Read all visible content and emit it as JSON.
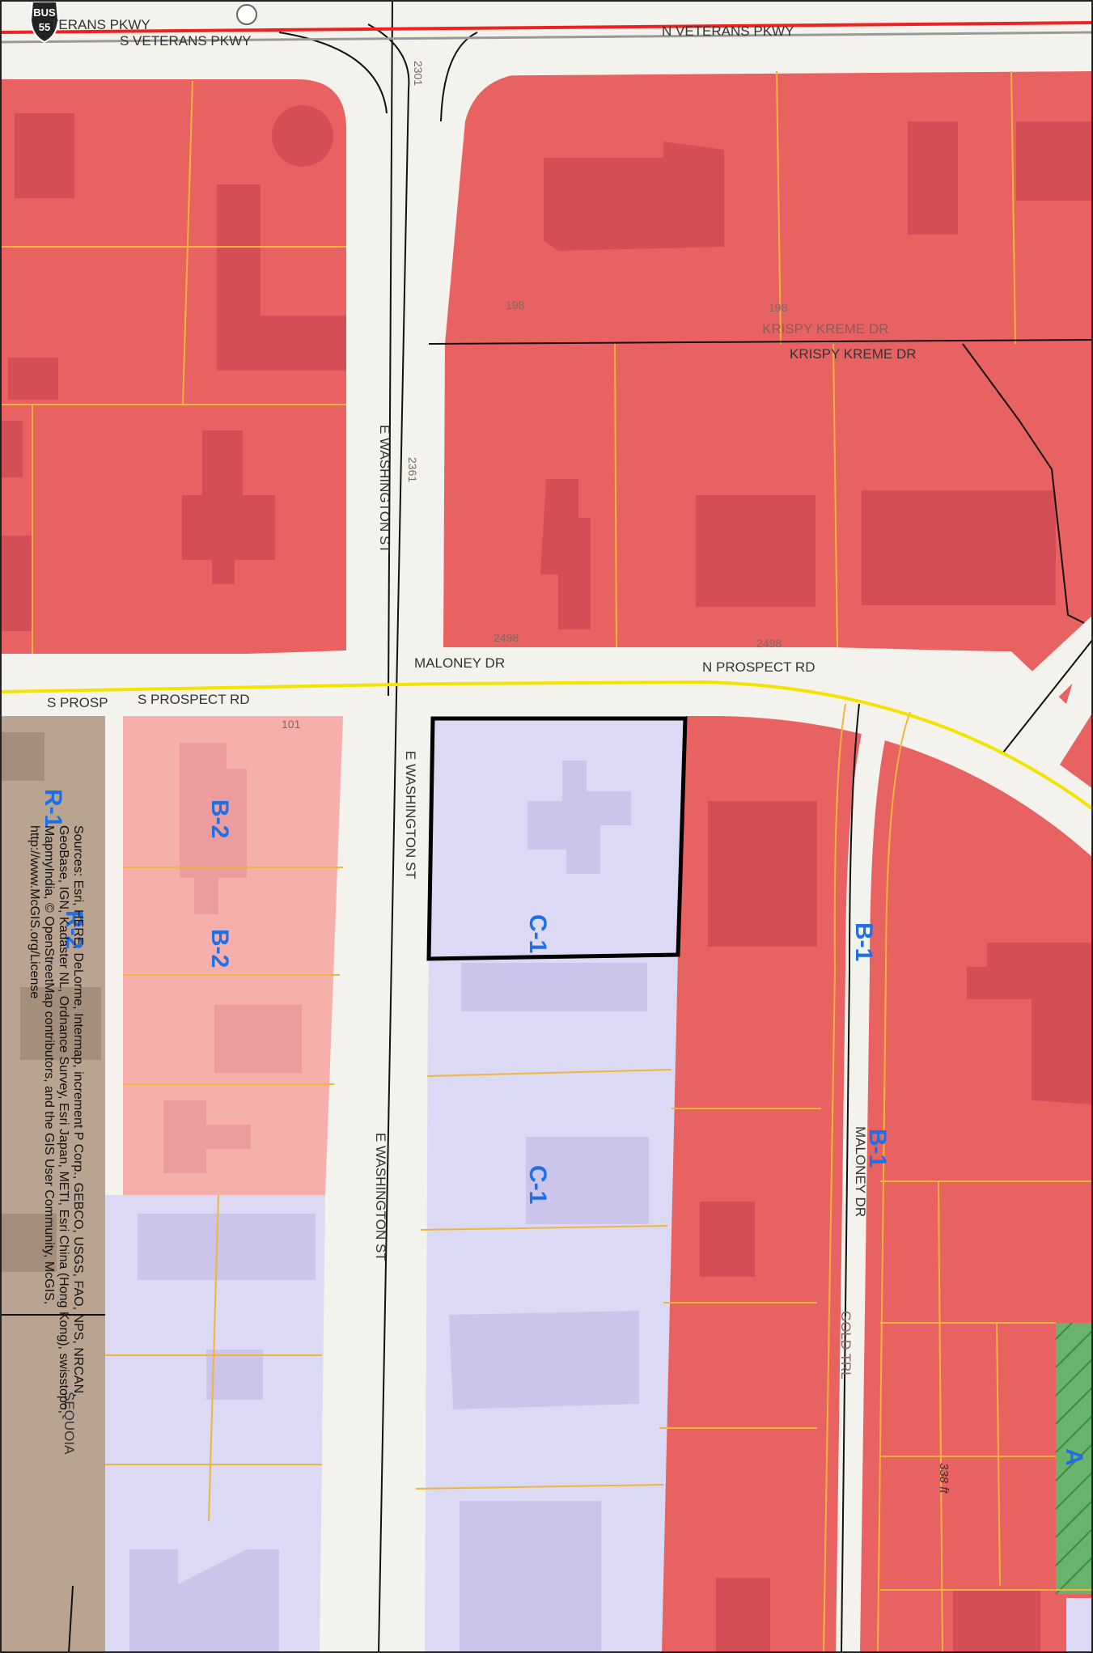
{
  "colors": {
    "zone_b1": "#e86262",
    "zone_b2": "#f7afac",
    "zone_c1": "#dcd9f5",
    "zone_r": "#b9a492",
    "zone_a": "#6ab36a",
    "building_b1": "#d44e56",
    "building_b2": "#ec9c9c",
    "building_c1": "#cbc5ec",
    "building_r": "#a48e7c",
    "road": "#f3f2ec",
    "parcel_line": "#f2b43d",
    "centerline": "#111111",
    "major_road_line": "#ee2222",
    "collector_line": "#f4e200",
    "zone_label": "#1f6fe5",
    "selected_parcel": "#000000"
  },
  "roads": {
    "s_veterans_pkwy": "S VETERANS PKWY",
    "n_veterans_pkwy": "N VETERANS PKWY",
    "veterans_pkwy_partial": "TERANS PKWY",
    "krispy_kreme_dr": "KRISPY KREME DR",
    "krispy_kreme_dr_partial": "KRISPY KREME DR",
    "maloney_dr_top": "MALONEY DR",
    "n_prospect_rd": "N PROSPECT RD",
    "s_prosp": "S PROSP",
    "s_prospect_rd": "S PROSPECT RD",
    "e_washington_st_upper": "E WASHINGTON ST",
    "e_washington_st_mid": "E WASHINGTON ST",
    "e_washington_st_lower": "E WASHINGTON ST",
    "maloney_dr_vertical": "MALONEY DR",
    "gold_trl": "GOLD TRL",
    "sequoia": "SEQUOIA"
  },
  "shield": {
    "line1": "BUS",
    "line2": "55"
  },
  "zones": {
    "b2_upper": "B-2",
    "b2_lower": "B-2",
    "c1_selected": "C-1",
    "c1_lower": "C-1",
    "b1_main": "B-1",
    "b1_partial": "B-1",
    "r_partial": "R-1",
    "r_partial_2": "R-2",
    "a": "A"
  },
  "parcel_numbers": {
    "n198a": "198",
    "n198b": "198",
    "n2361": "2361",
    "n2498a": "2498",
    "n2498b": "2498",
    "n101": "101",
    "n2301": "2301"
  },
  "measurement": "338 ft",
  "attribution": {
    "line1": "Sources: Esri, HERE, DeLorme, Intermap, increment P Corp., GEBCO, USGS, FAO, NPS, NRCAN,",
    "line2": "GeoBase, IGN, Kadaster NL, Ordnance Survey, Esri Japan, METI, Esri China (Hong Kong), swisstopo,",
    "line3": "MapmyIndia, © OpenStreetMap contributors, and the GIS User Community, McGIS,",
    "line4": "http://www.McGIS.org/License"
  }
}
